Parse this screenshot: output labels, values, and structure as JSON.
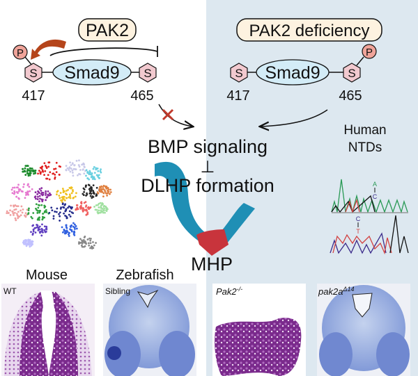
{
  "left_panel": {
    "kinase_label": "PAK2",
    "phospho_label": "P",
    "serine_left": "S",
    "serine_right": "S",
    "protein_label": "Smad9",
    "site_left": "417",
    "site_right": "465"
  },
  "right_panel": {
    "condition_label": "PAK2 deficiency",
    "phospho_label": "P",
    "serine_left": "S",
    "serine_right": "S",
    "protein_label": "Smad9",
    "site_left": "417",
    "site_right": "465"
  },
  "center": {
    "pathway_label": "BMP signaling",
    "inhibit_symbol": "⊥",
    "process_label": "DLHP formation",
    "hinge_label": "MHP"
  },
  "human": {
    "line1": "Human",
    "line2": "NTDs",
    "mutation1_from": "A",
    "mutation1_to": "C",
    "mutation2_from": "C",
    "mutation2_to": "T"
  },
  "bottom": {
    "species_mouse": "Mouse",
    "species_zebrafish": "Zebrafish",
    "panel1_label": "WT",
    "panel2_label": "Sibling",
    "panel3_label": "Pak2",
    "panel3_sup": "-/-",
    "panel4_label": "pak2a",
    "panel4_sup": "Δ14"
  },
  "colors": {
    "right_bg": "#dde8f0",
    "smad_fill": "#d3ecf7",
    "serine_fill": "#f2c9cf",
    "phospho_fill": "#f0a49a",
    "arrow_red": "#b5451b",
    "tube_blue": "#1f8fb5",
    "mhp_red": "#c8343c"
  }
}
